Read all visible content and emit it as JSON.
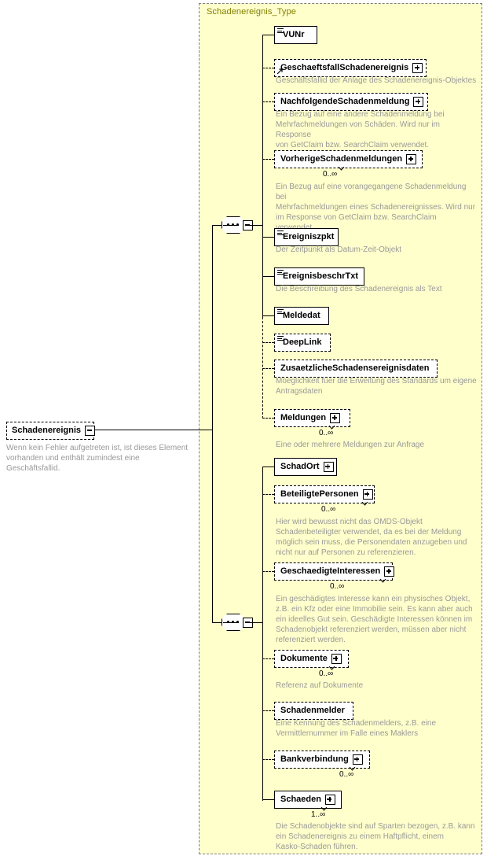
{
  "diagram": {
    "kind": "xsd-schema-diagram",
    "container_type_name": "Schadenereignis_Type",
    "colors": {
      "container_background": "#ffffcc",
      "container_border": "#808080",
      "type_title": "#808000",
      "annotation_text": "#999999",
      "node_border": "#000000",
      "node_fill": "#ffffff",
      "shadow": "#c0c0c0"
    }
  },
  "root": {
    "label": "Schadenereignis",
    "control": "minus",
    "border": "dashed",
    "annotation": "Wenn kein Fehler aufgetreten ist, ist dieses Element\nvorhanden und enthält zumindest eine Geschäftsfallid."
  },
  "compositors": [
    {
      "name": "sequence-top",
      "symbol": "...",
      "control": "minus"
    },
    {
      "name": "sequence-bottom",
      "symbol": "...",
      "control": "minus"
    }
  ],
  "nodes": [
    {
      "id": "vunr",
      "label": "VUNr",
      "border": "solid",
      "glyph": "simple-type",
      "control": "none",
      "cardinality": "",
      "annotation": ""
    },
    {
      "id": "geschaeftsfallschadenereignis",
      "label": "GeschaeftsfallSchadenereignis",
      "border": "dashed",
      "glyph": "reference",
      "control": "plus",
      "cardinality": "",
      "annotation": "Geschäftsfallid der Anlage des Schadenereignis-Objektes"
    },
    {
      "id": "nachfolgendeschadenmeldung",
      "label": "NachfolgendeSchadenmeldung",
      "border": "dashed",
      "glyph": "none",
      "control": "plus",
      "cardinality": "",
      "annotation": "Ein Bezug auf eine andere Schadenmeldung bei\nMehrfachmeldungen von Schäden. Wird nur im Response\nvon GetClaim bzw. SearchClaim verwendet."
    },
    {
      "id": "vorherigeschadenmeldungen",
      "label": "VorherigeSchadenmeldungen",
      "border": "dashed",
      "glyph": "none",
      "control": "plus",
      "cardinality": "0..∞",
      "annotation": "Ein Bezug auf eine vorangegangene Schadenmeldung bei\nMehrfachmeldungen eines Schadenereignisses. Wird nur\nim Response von GetClaim bzw. SearchClaim\nverwendet."
    },
    {
      "id": "ereigniszpkt",
      "label": "Ereigniszpkt",
      "border": "solid",
      "glyph": "simple-type",
      "control": "none",
      "cardinality": "",
      "annotation": "Der Zeitpunkt als Datum-Zeit-Objekt"
    },
    {
      "id": "ereignisbeschrtxt",
      "label": "EreignisbeschrTxt",
      "border": "solid",
      "glyph": "simple-type",
      "control": "none",
      "cardinality": "",
      "annotation": "Die Beschreibung des Schadenereignis als Text"
    },
    {
      "id": "meldedat",
      "label": "Meldedat",
      "border": "solid",
      "glyph": "simple-type",
      "control": "none",
      "cardinality": "",
      "annotation": ""
    },
    {
      "id": "deeplink",
      "label": "DeepLink",
      "border": "dashed",
      "glyph": "simple-type",
      "control": "none",
      "cardinality": "",
      "annotation": ""
    },
    {
      "id": "zusaetzlicheschadensereignisdaten",
      "label": "ZusaetzlicheSchadensereignisdaten",
      "border": "dashed",
      "glyph": "none",
      "control": "none",
      "cardinality": "",
      "annotation": "Moeglichkeit fuer die Erweitung des Standards um eigene\nAntragsdaten"
    },
    {
      "id": "meldungen",
      "label": "Meldungen",
      "border": "dashed",
      "glyph": "none",
      "control": "plus",
      "cardinality": "0..∞",
      "annotation": "Eine oder mehrere Meldungen zur Anfrage"
    },
    {
      "id": "schadort",
      "label": "SchadOrt",
      "border": "solid",
      "glyph": "none",
      "control": "plus",
      "cardinality": "",
      "annotation": ""
    },
    {
      "id": "beteiligtepersonen",
      "label": "BeteiligtePersonen",
      "border": "dashed",
      "glyph": "none",
      "control": "plus",
      "cardinality": "0..∞",
      "annotation": "Hier wird bewusst nicht das OMDS-Objekt\nSchadenbeteiligter verwendet, da es bei der Meldung\nmöglich sein muss, die Personendaten anzugeben und\nnicht nur auf Personen zu referenzieren."
    },
    {
      "id": "geschaedigteinteressen",
      "label": "GeschaedigteInteressen",
      "border": "dashed",
      "glyph": "none",
      "control": "plus",
      "cardinality": "0..∞",
      "annotation": "Ein geschädigtes Interesse kann ein physisches Objekt,\nz.B. ein Kfz oder eine Immobilie sein. Es kann aber auch\nein ideelles Gut sein. Geschädigte Interessen können im\nSchadenobjekt referenziert werden, müssen aber nicht\nreferenziert werden."
    },
    {
      "id": "dokumente",
      "label": "Dokumente",
      "border": "dashed",
      "glyph": "none",
      "control": "plus",
      "cardinality": "0..∞",
      "annotation": "Referenz auf Dokumente"
    },
    {
      "id": "schadenmelder",
      "label": "Schadenmelder",
      "border": "dashed",
      "glyph": "none",
      "control": "none",
      "cardinality": "",
      "annotation": "Eine Kennung des Schadenmelders, z.B. eine\nVermittlernummer im Falle eines Maklers"
    },
    {
      "id": "bankverbindung",
      "label": "Bankverbindung",
      "border": "dashed",
      "glyph": "none",
      "control": "plus",
      "cardinality": "0..∞",
      "annotation": ""
    },
    {
      "id": "schaeden",
      "label": "Schaeden",
      "border": "solid",
      "glyph": "none",
      "control": "plus",
      "cardinality": "1..∞",
      "annotation": "Die Schadenobjekte sind auf Sparten bezogen, z.B. kann\nein Schadenereignis zu einem Haftpflicht, einem\nKasko-Schaden führen."
    }
  ]
}
